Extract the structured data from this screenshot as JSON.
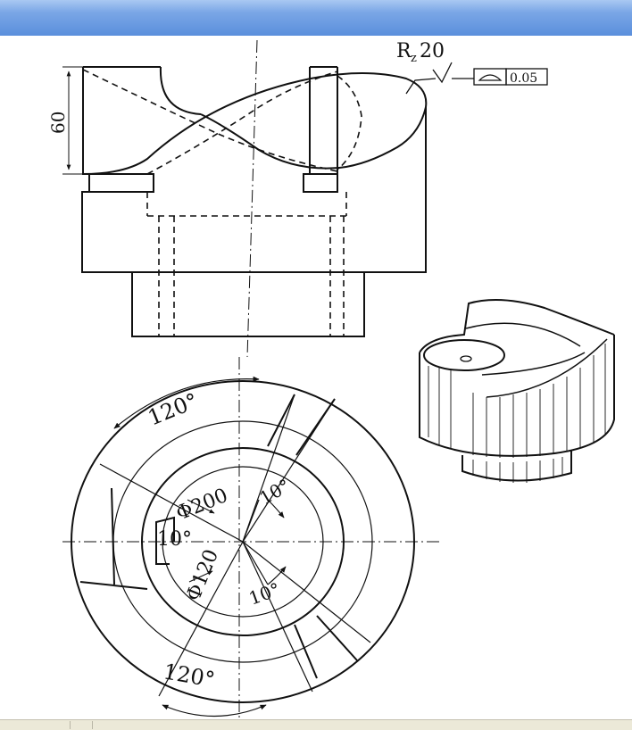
{
  "window": {
    "title": ""
  },
  "drawing": {
    "dim_height": "60",
    "roughness": "R",
    "roughness_sub": "z",
    "roughness_value": "20",
    "tolerance_value": "0.05",
    "dia_outer": "Φ200",
    "dia_inner": "Φ120",
    "angle_top": "120°",
    "angle_bottom": "120°",
    "angle_notch": "10°",
    "angle_small_1": "10°",
    "angle_small_2": "10°"
  },
  "colors": {
    "titlebar": "#5a8fdc",
    "ink": "#111111",
    "statusbar": "#ece9d8"
  }
}
